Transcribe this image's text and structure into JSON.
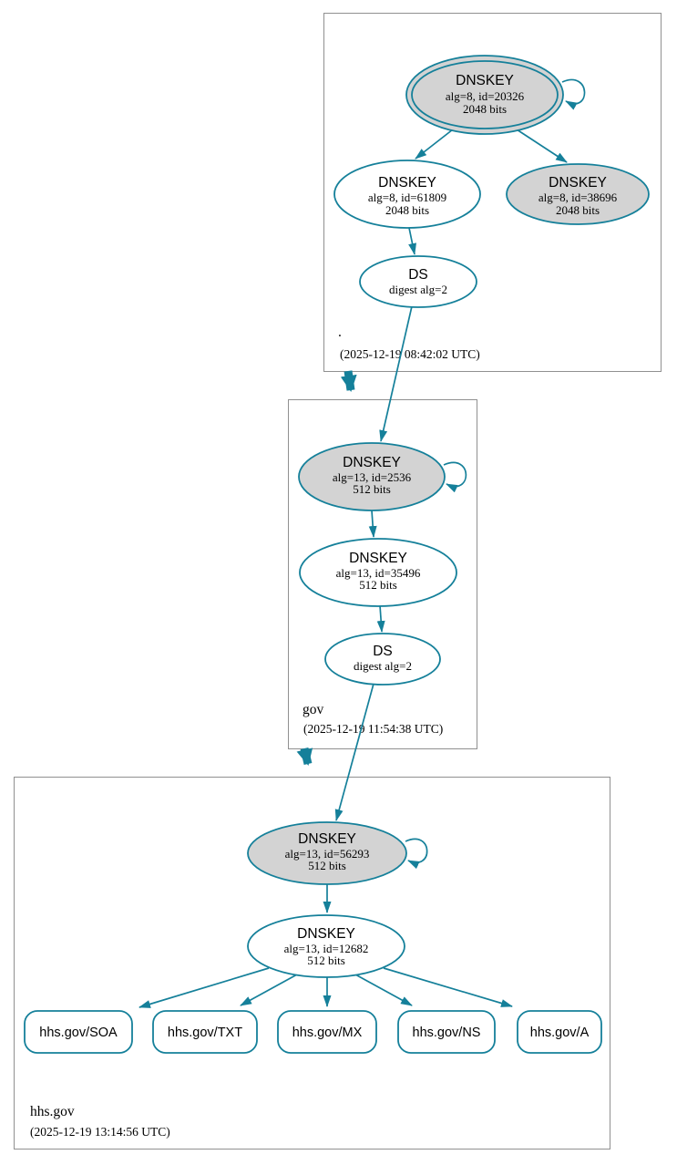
{
  "diagram": {
    "type": "dnssec-authentication-chain",
    "colors": {
      "edge": "#15809a",
      "ksk_fill": "#d3d3d3",
      "node_fill": "#ffffff",
      "box_border": "#909090"
    },
    "zones": [
      {
        "name": ".",
        "timestamp": "(2025-12-19 08:42:02 UTC)",
        "nodes": {
          "ksk": {
            "title": "DNSKEY",
            "detail": "alg=8, id=20326",
            "bits": "2048 bits"
          },
          "zsk": {
            "title": "DNSKEY",
            "detail": "alg=8, id=61809",
            "bits": "2048 bits"
          },
          "extra": {
            "title": "DNSKEY",
            "detail": "alg=8, id=38696",
            "bits": "2048 bits"
          },
          "ds": {
            "title": "DS",
            "detail": "digest alg=2"
          }
        }
      },
      {
        "name": "gov",
        "timestamp": "(2025-12-19 11:54:38 UTC)",
        "nodes": {
          "ksk": {
            "title": "DNSKEY",
            "detail": "alg=13, id=2536",
            "bits": "512 bits"
          },
          "zsk": {
            "title": "DNSKEY",
            "detail": "alg=13, id=35496",
            "bits": "512 bits"
          },
          "ds": {
            "title": "DS",
            "detail": "digest alg=2"
          }
        }
      },
      {
        "name": "hhs.gov",
        "timestamp": "(2025-12-19 13:14:56 UTC)",
        "nodes": {
          "ksk": {
            "title": "DNSKEY",
            "detail": "alg=13, id=56293",
            "bits": "512 bits"
          },
          "zsk": {
            "title": "DNSKEY",
            "detail": "alg=13, id=12682",
            "bits": "512 bits"
          }
        },
        "rrsets": [
          "hhs.gov/SOA",
          "hhs.gov/TXT",
          "hhs.gov/MX",
          "hhs.gov/NS",
          "hhs.gov/A"
        ]
      }
    ]
  }
}
